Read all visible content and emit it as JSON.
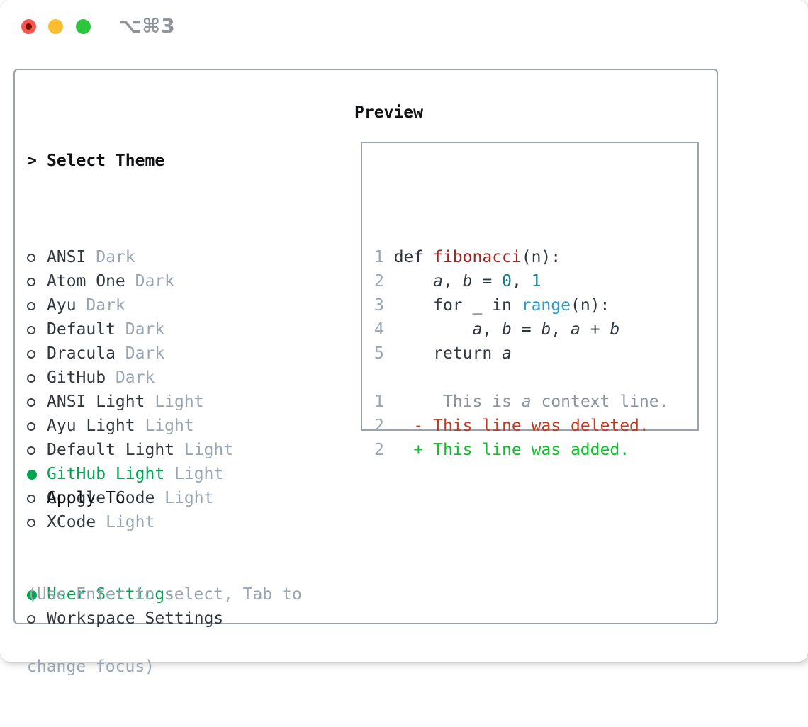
{
  "window": {
    "title_shortcut": "⌥⌘3"
  },
  "theme_panel": {
    "header_prefix": ">",
    "header": "Select Theme",
    "items": [
      {
        "name": "ANSI",
        "variant": "Dark",
        "selected": false
      },
      {
        "name": "Atom One",
        "variant": "Dark",
        "selected": false
      },
      {
        "name": "Ayu",
        "variant": "Dark",
        "selected": false
      },
      {
        "name": "Default",
        "variant": "Dark",
        "selected": false
      },
      {
        "name": "Dracula",
        "variant": "Dark",
        "selected": false
      },
      {
        "name": "GitHub",
        "variant": "Dark",
        "selected": false
      },
      {
        "name": "ANSI Light",
        "variant": "Light",
        "selected": false
      },
      {
        "name": "Ayu Light",
        "variant": "Light",
        "selected": false
      },
      {
        "name": "Default Light",
        "variant": "Light",
        "selected": false
      },
      {
        "name": "GitHub Light",
        "variant": "Light",
        "selected": true
      },
      {
        "name": "Google Code",
        "variant": "Light",
        "selected": false
      },
      {
        "name": "XCode",
        "variant": "Light",
        "selected": false
      }
    ]
  },
  "apply_panel": {
    "header": "Apply To",
    "options": [
      {
        "label": "User Settings",
        "selected": true
      },
      {
        "label": "Workspace Settings",
        "selected": false
      }
    ]
  },
  "hint_lines": [
    "(Use Enter to select, Tab to",
    "change focus)"
  ],
  "preview": {
    "header": "Preview",
    "code_lines": [
      {
        "num": "1",
        "tokens": [
          {
            "t": " def ",
            "c": "plain"
          },
          {
            "t": "fibonacci",
            "c": "func"
          },
          {
            "t": "(n):",
            "c": "plain"
          }
        ]
      },
      {
        "num": "2",
        "tokens": [
          {
            "t": "     ",
            "c": "plain"
          },
          {
            "t": "a",
            "c": "var"
          },
          {
            "t": ", ",
            "c": "plain"
          },
          {
            "t": "b",
            "c": "var"
          },
          {
            "t": " = ",
            "c": "plain"
          },
          {
            "t": "0",
            "c": "num"
          },
          {
            "t": ", ",
            "c": "plain"
          },
          {
            "t": "1",
            "c": "num"
          }
        ]
      },
      {
        "num": "3",
        "tokens": [
          {
            "t": "     for _ in ",
            "c": "plain"
          },
          {
            "t": "range",
            "c": "builtin"
          },
          {
            "t": "(n):",
            "c": "plain"
          }
        ]
      },
      {
        "num": "4",
        "tokens": [
          {
            "t": "         ",
            "c": "plain"
          },
          {
            "t": "a",
            "c": "var"
          },
          {
            "t": ", ",
            "c": "plain"
          },
          {
            "t": "b",
            "c": "var"
          },
          {
            "t": " = ",
            "c": "plain"
          },
          {
            "t": "b",
            "c": "var"
          },
          {
            "t": ", ",
            "c": "plain"
          },
          {
            "t": "a",
            "c": "var"
          },
          {
            "t": " + ",
            "c": "plain"
          },
          {
            "t": "b",
            "c": "var"
          }
        ]
      },
      {
        "num": "5",
        "tokens": [
          {
            "t": "     return ",
            "c": "plain"
          },
          {
            "t": "a",
            "c": "var"
          }
        ]
      },
      {
        "num": "",
        "tokens": []
      },
      {
        "num": "1",
        "tokens": [
          {
            "t": "      This is ",
            "c": "ctx"
          },
          {
            "t": "a",
            "c": "ctxvar"
          },
          {
            "t": " context line.",
            "c": "ctx"
          }
        ]
      },
      {
        "num": "2",
        "tokens": [
          {
            "t": "   - This line was deleted.",
            "c": "del"
          }
        ]
      },
      {
        "num": "2",
        "tokens": [
          {
            "t": "   + This line was added.",
            "c": "add"
          }
        ]
      }
    ]
  },
  "colors": {
    "selection_green": "#00a550",
    "added_green": "#0cc228",
    "deleted_red": "#c6391f",
    "function_red": "#a42521",
    "number_teal": "#0e7d87",
    "builtin_blue": "#2b9bd7",
    "muted_gray": "#9aa5b2",
    "text_dark": "#2f363d",
    "border_gray": "#99a2ad",
    "traffic_red": "#f4574e",
    "traffic_yellow": "#fcbd2d",
    "traffic_green": "#2cc53e"
  }
}
